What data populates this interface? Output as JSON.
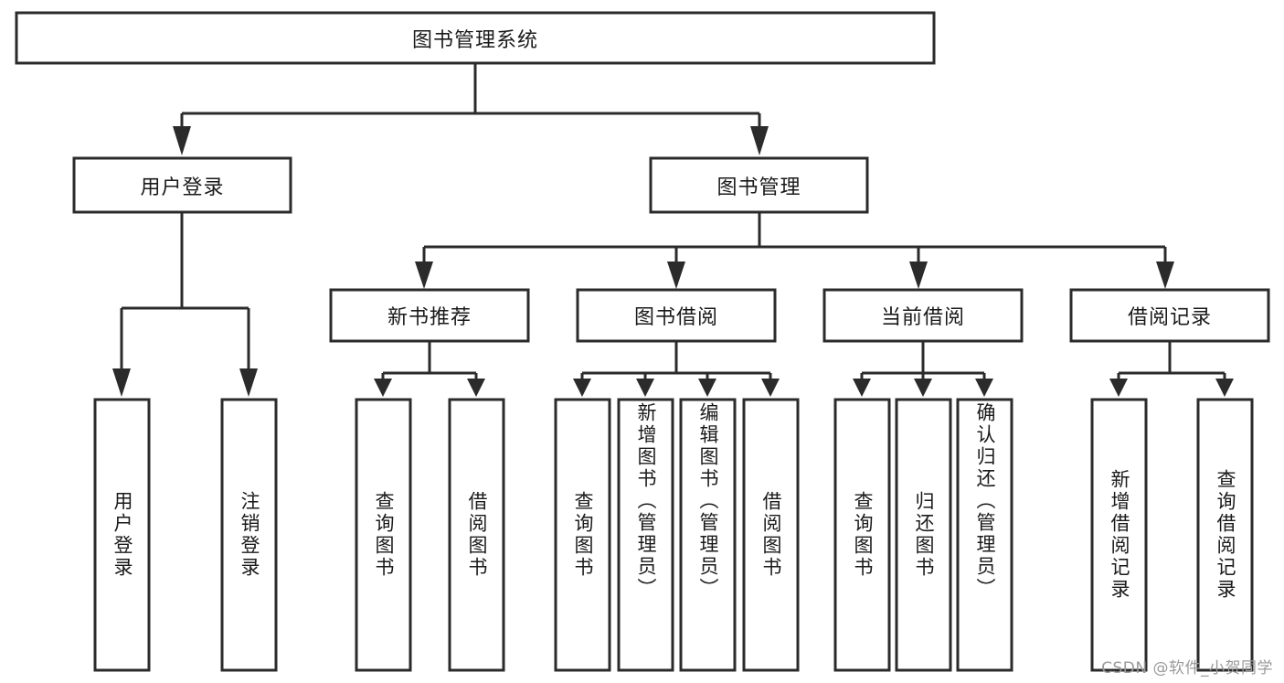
{
  "diagram": {
    "type": "tree-hierarchy",
    "title": "图书管理系统",
    "watermark": "CSDN @软件_小贺同学",
    "colors": {
      "box_stroke": "#2b2b2b",
      "box_fill": "#ffffff",
      "text": "#1a1a1a",
      "background": "#ffffff",
      "watermark_text": "#9a9a9a"
    },
    "levels": {
      "root": {
        "label": "图书管理系统",
        "orientation": "horizontal"
      },
      "level2": [
        {
          "label": "用户登录",
          "orientation": "horizontal"
        },
        {
          "label": "图书管理",
          "orientation": "horizontal"
        }
      ],
      "level3": [
        {
          "label": "新书推荐",
          "orientation": "horizontal"
        },
        {
          "label": "图书借阅",
          "orientation": "horizontal"
        },
        {
          "label": "当前借阅",
          "orientation": "horizontal"
        },
        {
          "label": "借阅记录",
          "orientation": "horizontal"
        }
      ]
    },
    "leaves": {
      "group_user_login": [
        {
          "label": "用户登录",
          "orientation": "vertical"
        },
        {
          "label": "注销登录",
          "orientation": "vertical"
        }
      ],
      "group_new_book": [
        {
          "label": "查询图书",
          "orientation": "vertical"
        },
        {
          "label": "借阅图书",
          "orientation": "vertical"
        }
      ],
      "group_borrow": [
        {
          "label": "查询图书",
          "orientation": "vertical"
        },
        {
          "label": "新增图书（管理员）",
          "orientation": "vertical"
        },
        {
          "label": "编辑图书（管理员）",
          "orientation": "vertical"
        },
        {
          "label": "借阅图书",
          "orientation": "vertical"
        }
      ],
      "group_current": [
        {
          "label": "查询图书",
          "orientation": "vertical"
        },
        {
          "label": "归还图书",
          "orientation": "vertical"
        },
        {
          "label": "确认归还（管理员）",
          "orientation": "vertical"
        }
      ],
      "group_record": [
        {
          "label": "新增借阅记录",
          "orientation": "vertical"
        },
        {
          "label": "查询借阅记录",
          "orientation": "vertical"
        }
      ]
    }
  }
}
